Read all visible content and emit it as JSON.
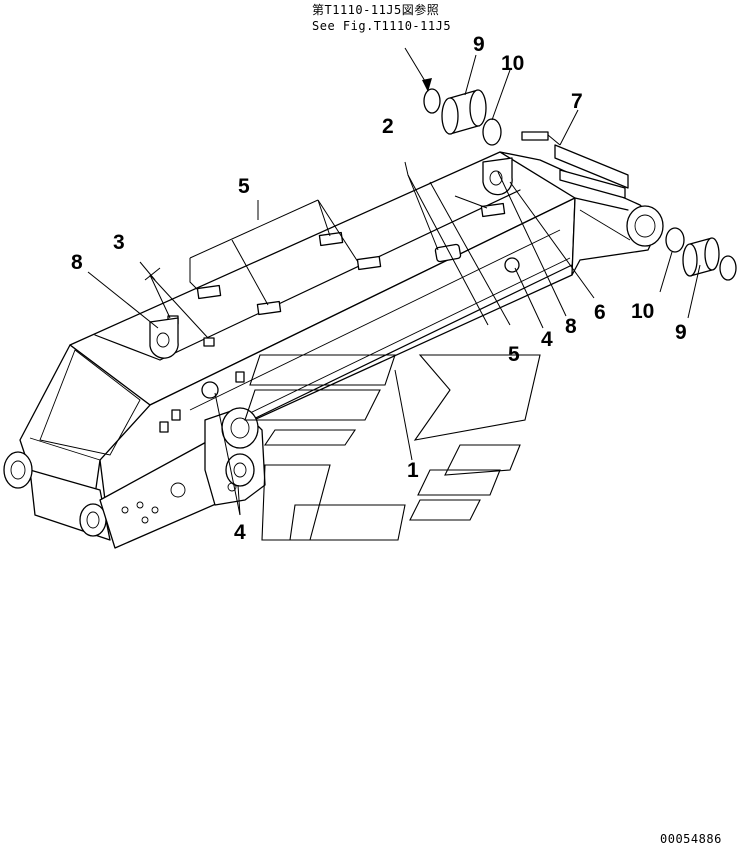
{
  "reference_note": {
    "japanese": "第T1110-11J5図参照",
    "english": "See Fig.T1110-11J5"
  },
  "callouts": [
    {
      "id": "c1",
      "text": "1"
    },
    {
      "id": "c2",
      "text": "2"
    },
    {
      "id": "c3",
      "text": "3"
    },
    {
      "id": "c4a",
      "text": "4"
    },
    {
      "id": "c4b",
      "text": "4"
    },
    {
      "id": "c5a",
      "text": "5"
    },
    {
      "id": "c5b",
      "text": "5"
    },
    {
      "id": "c6",
      "text": "6"
    },
    {
      "id": "c7",
      "text": "7"
    },
    {
      "id": "c8a",
      "text": "8"
    },
    {
      "id": "c8b",
      "text": "8"
    },
    {
      "id": "c9a",
      "text": "9"
    },
    {
      "id": "c9b",
      "text": "9"
    },
    {
      "id": "c10a",
      "text": "10"
    },
    {
      "id": "c10b",
      "text": "10"
    }
  ],
  "drawing_code": "00054886",
  "colors": {
    "line": "#000000",
    "background": "#ffffff"
  }
}
